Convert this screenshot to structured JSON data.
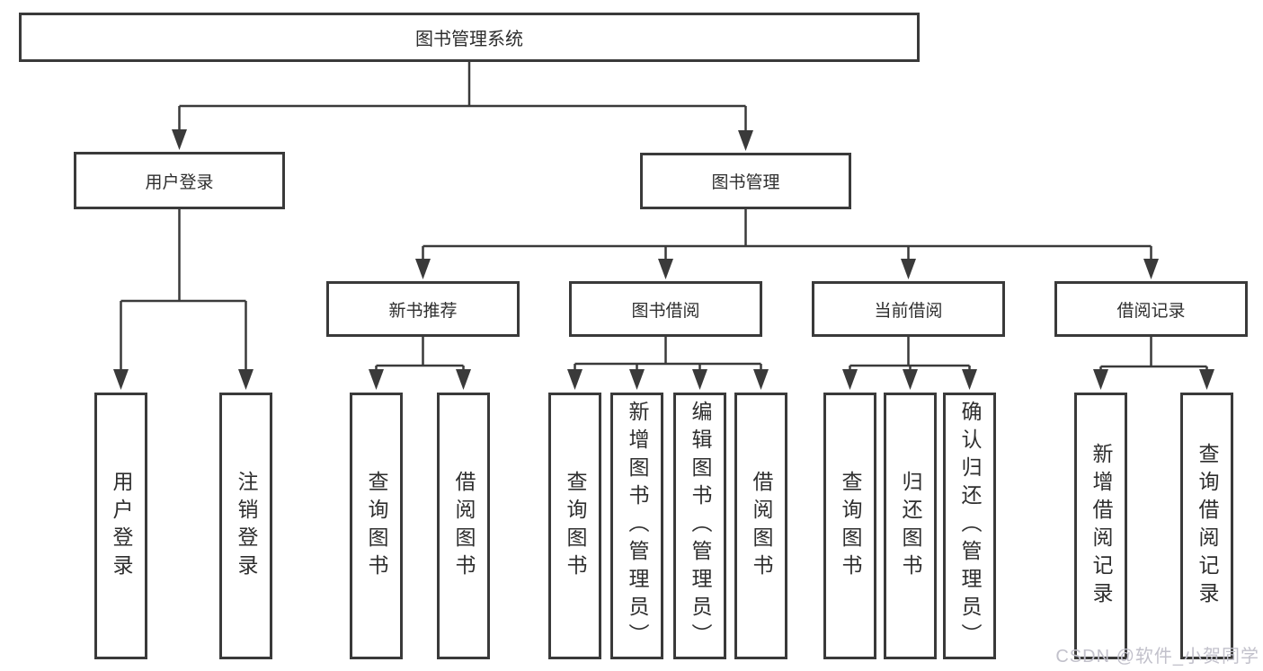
{
  "title": {
    "label": "图书管理系统"
  },
  "branches": {
    "user": {
      "label": "用户登录",
      "children": [
        {
          "label": "用户登录"
        },
        {
          "label": "注销登录"
        }
      ]
    },
    "book": {
      "label": "图书管理",
      "sections": [
        {
          "label": "新书推荐",
          "children": [
            {
              "label": "查询图书"
            },
            {
              "label": "借阅图书"
            }
          ]
        },
        {
          "label": "图书借阅",
          "children": [
            {
              "label": "查询图书"
            },
            {
              "label": "新增图书（管理员）"
            },
            {
              "label": "编辑图书（管理员）"
            },
            {
              "label": "借阅图书"
            }
          ]
        },
        {
          "label": "当前借阅",
          "children": [
            {
              "label": "查询图书"
            },
            {
              "label": "归还图书"
            },
            {
              "label": "确认归还（管理员）"
            }
          ]
        },
        {
          "label": "借阅记录",
          "children": [
            {
              "label": "新增借阅记录"
            },
            {
              "label": "查询借阅记录"
            }
          ]
        }
      ]
    }
  },
  "watermark": {
    "text": "CSDN @软件_小贺同学"
  },
  "colors": {
    "line": "#3a3a3a",
    "text": "#2e2e2e",
    "wm": "#c2c1cb",
    "bg": "#ffffff"
  }
}
